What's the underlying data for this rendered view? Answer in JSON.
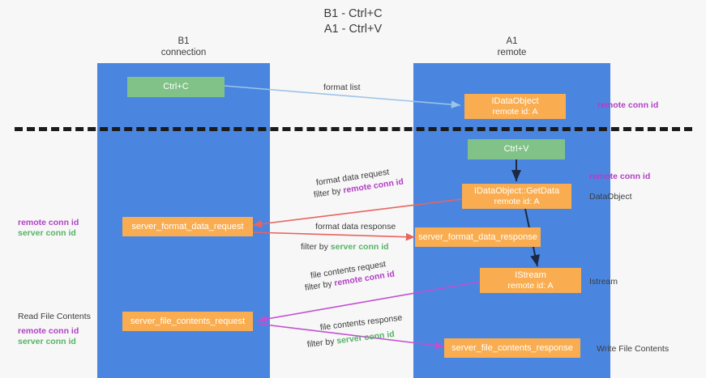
{
  "title": "B1 - Ctrl+C\nA1 - Ctrl+V",
  "columns": {
    "left": "B1\nconnection",
    "right": "A1\nremote"
  },
  "colors": {
    "lane": "#4a86e0",
    "green_box": "#80c287",
    "orange_box": "#f9ad50",
    "purple_text": "#b13fc4",
    "green_text": "#57b365",
    "red_arrow": "#e8645f",
    "magenta_arrow": "#c14fd0",
    "blue_arrow": "#9cc3e8",
    "dark_arrow": "#1b2a44",
    "divider": "#1b1b1b",
    "background": "#f7f7f7"
  },
  "boxes": {
    "ctrl_c": {
      "line1": "Ctrl+C"
    },
    "idataobject": {
      "line1": "IDataObject",
      "line2": "remote id: A"
    },
    "ctrl_v": {
      "line1": "Ctrl+V"
    },
    "getdata": {
      "line1": "IDataObject::GetData",
      "line2": "remote id: A"
    },
    "server_format_data_request": {
      "line1": "server_format_data_request"
    },
    "server_format_data_response": {
      "line1": "server_format_data_response"
    },
    "istream": {
      "line1": "IStream",
      "line2": "remote id: A"
    },
    "server_file_contents_request": {
      "line1": "server_file_contents_request"
    },
    "server_file_contents_response": {
      "line1": "server_file_contents_response"
    }
  },
  "edge_labels": {
    "format_list": "format list",
    "format_data_request": "format data request",
    "format_data_request_filter_prefix": "filter by ",
    "format_data_request_filter_key": "remote conn id",
    "format_data_response": "format data response",
    "format_data_response_filter_prefix": "filter by ",
    "format_data_response_filter_key": "server conn id",
    "file_contents_request": "file contents request",
    "file_contents_request_filter_prefix": "filter by ",
    "file_contents_request_filter_key": "remote conn id",
    "file_contents_response": "file contents response",
    "file_contents_response_filter_prefix": "filter by ",
    "file_contents_response_filter_key": "server conn id"
  },
  "side_labels": {
    "right_remote_conn_id_top": "remote conn id",
    "right_remote_conn_id_mid": "remote conn id",
    "right_dataobject": "DataObject",
    "right_istream": "Istream",
    "right_write_file_contents": "Write File Contents",
    "left_remote_conn_id": "remote conn id",
    "left_server_conn_id": "server conn id",
    "left_read_file_contents": "Read File Contents",
    "left_remote_conn_id_2": "remote conn id",
    "left_server_conn_id_2": "server conn id"
  }
}
